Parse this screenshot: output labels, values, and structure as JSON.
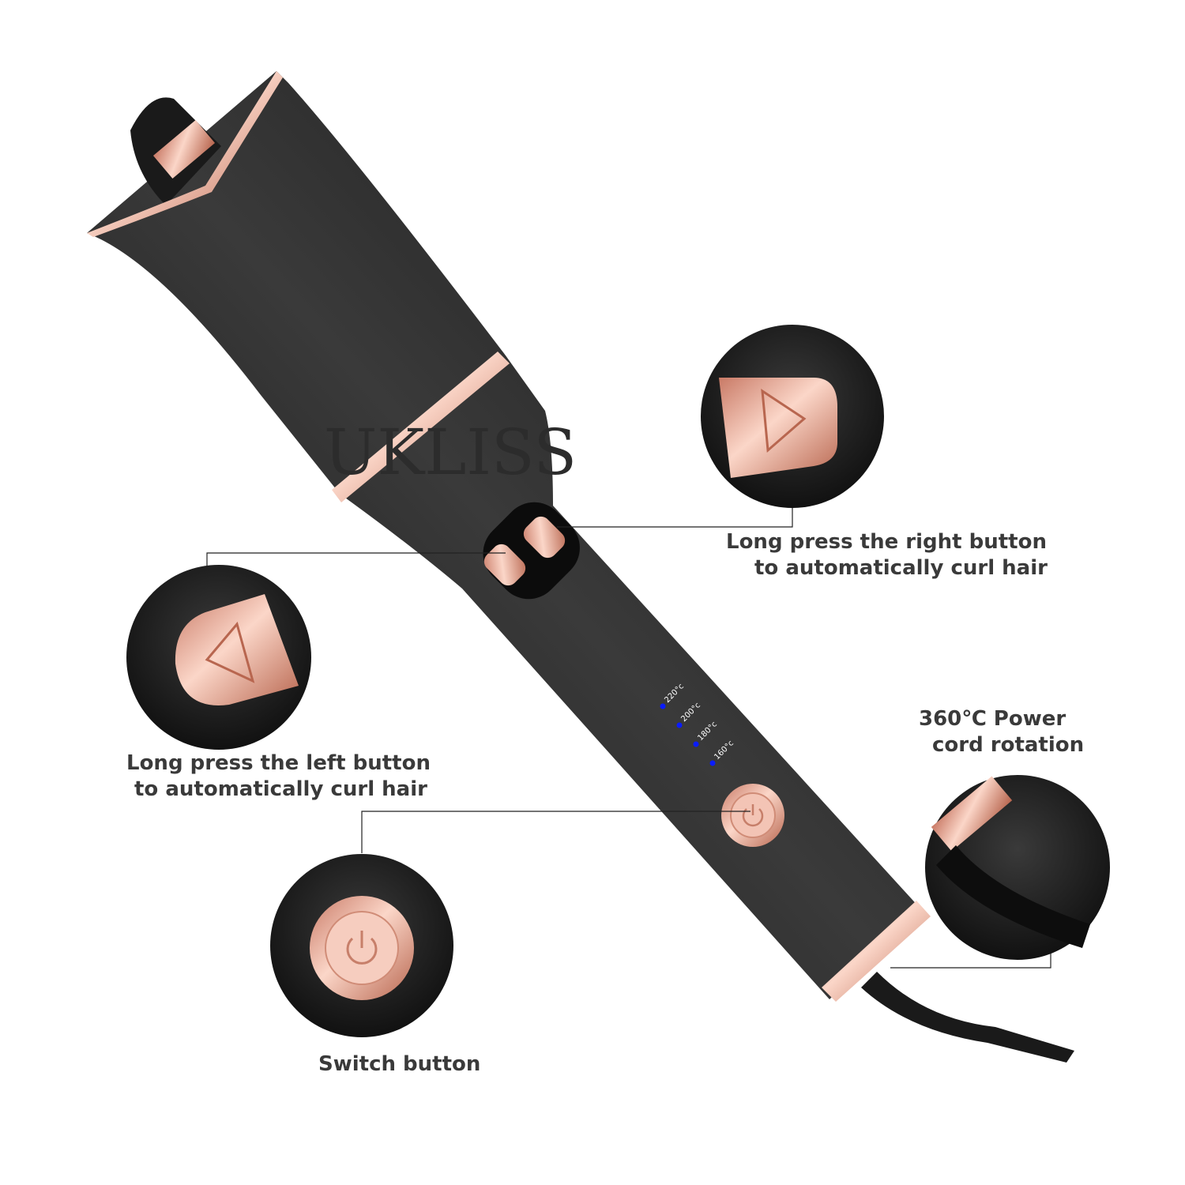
{
  "colors": {
    "body": "#1c1c1c",
    "accent": "#e9a38e",
    "indicator": "#0a1cff",
    "text": "#3a3a3a"
  },
  "watermark": "UKLISS",
  "temperatures": [
    "220°c",
    "200°c",
    "180°c",
    "160°c"
  ],
  "callouts": {
    "right_button": {
      "line1": "Long press the right button",
      "line2": "to automatically curl hair",
      "icon": "play-right-icon"
    },
    "left_button": {
      "line1": "Long press the left button",
      "line2": "to automatically curl hair",
      "icon": "play-left-icon"
    },
    "switch_button": {
      "label": "Switch button",
      "icon": "power-icon"
    },
    "power_cord": {
      "line1": "360℃ Power",
      "line2": "cord rotation"
    }
  }
}
